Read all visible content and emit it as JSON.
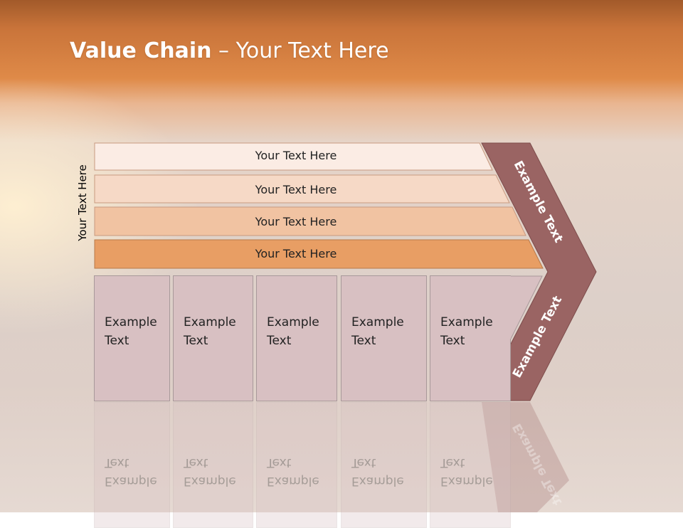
{
  "slide": {
    "title_bold": "Value Chain",
    "title_rest": " – Your Text Here",
    "vertical_label": "Your Text Here",
    "bars": [
      {
        "label": "Your Text Here",
        "color": "#fbece4"
      },
      {
        "label": "Your Text Here",
        "color": "#f6d9c6"
      },
      {
        "label": "Your Text Here",
        "color": "#f1c3a2"
      },
      {
        "label": "Your Text Here",
        "color": "#e89e64"
      }
    ],
    "boxes": [
      {
        "line1": "Example",
        "line2": "Text"
      },
      {
        "line1": "Example",
        "line2": "Text"
      },
      {
        "line1": "Example",
        "line2": "Text"
      },
      {
        "line1": "Example",
        "line2": "Text"
      },
      {
        "line1": "Example",
        "line2": "Text"
      }
    ],
    "chevron_top_text": "Example Text",
    "chevron_bottom_text": "Example Text",
    "chevron_color": "#9a6463"
  }
}
